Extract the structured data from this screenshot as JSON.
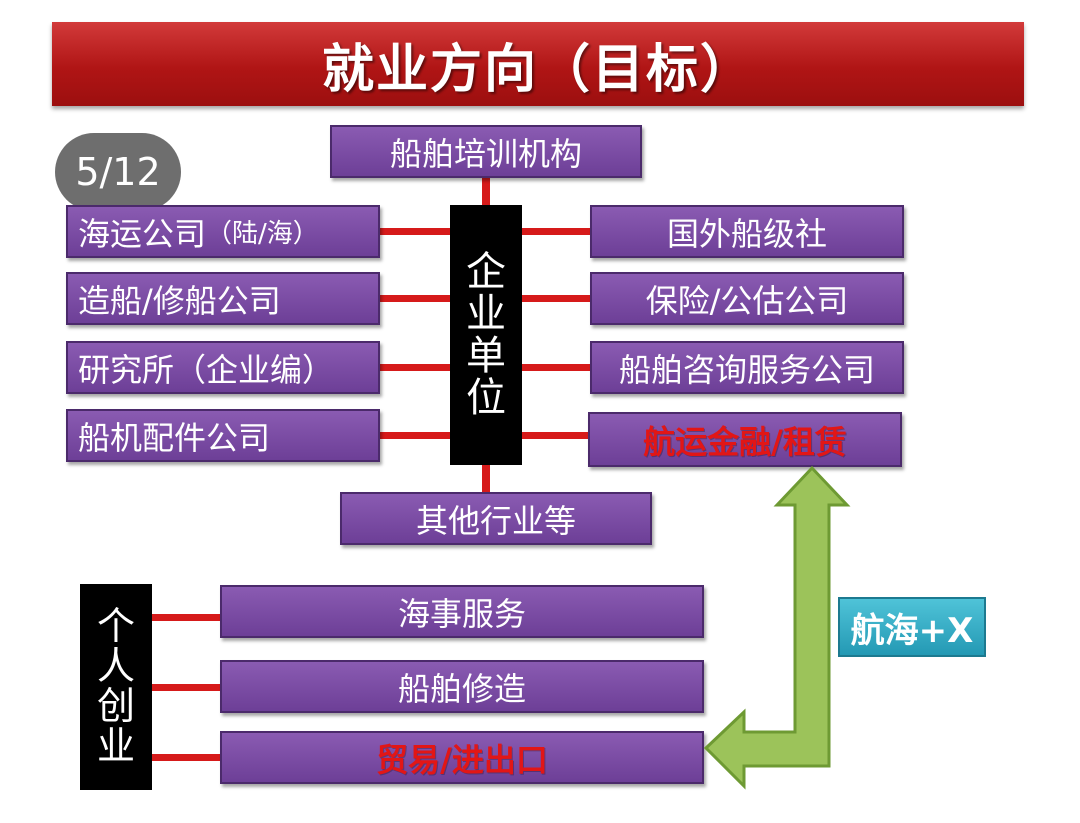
{
  "title": "就业方向（目标）",
  "page_indicator": "5/12",
  "enterprise": {
    "label": [
      "企",
      "业",
      "单",
      "位"
    ],
    "top": "船舶培训机构",
    "bottom": "其他行业等",
    "left": [
      {
        "main": "海运公司",
        "suffix": "（陆/海）"
      },
      {
        "main": "造船/修船公司",
        "suffix": ""
      },
      {
        "main": "研究所（企业编）",
        "suffix": ""
      },
      {
        "main": "船机配件公司",
        "suffix": ""
      }
    ],
    "right": [
      {
        "text": "国外船级社",
        "highlight": false
      },
      {
        "text": "保险/公估公司",
        "highlight": false
      },
      {
        "text": "船舶咨询服务公司",
        "highlight": false
      },
      {
        "text": "航运金融/租赁",
        "highlight": true
      }
    ]
  },
  "individual": {
    "label": [
      "个",
      "人",
      "创",
      "业"
    ],
    "items": [
      {
        "text": "海事服务",
        "highlight": false
      },
      {
        "text": "船舶修造",
        "highlight": false
      },
      {
        "text": "贸易/进出口",
        "highlight": true
      }
    ]
  },
  "connector_tag": "航海+X",
  "colors": {
    "title_red": "#b01515",
    "box_purple": "#7a4aa3",
    "highlight_red": "#e21616",
    "line_red": "#d61a1a",
    "arrow_green": "#9cc35a",
    "tag_teal": "#2fa8c2"
  }
}
